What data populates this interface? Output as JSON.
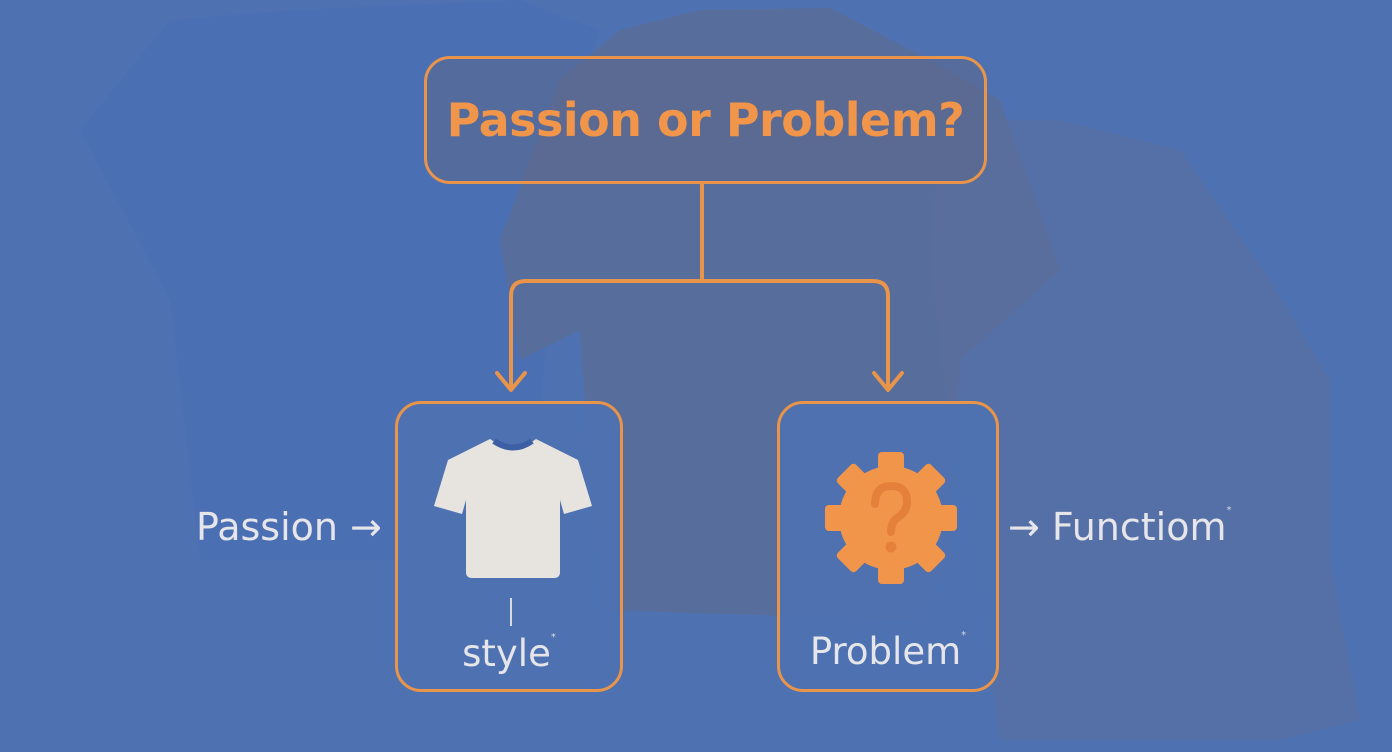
{
  "title": "Passion or Problem?",
  "left_box": {
    "label": "style",
    "icon": "tshirt-icon"
  },
  "right_box": {
    "label": "Problem",
    "icon": "gear-question-icon"
  },
  "side_labels": {
    "left": "Passion →",
    "right": "→ Functiom"
  },
  "colors": {
    "background": "#4e72b1",
    "accent": "#e8944a",
    "text": "#e6e6ea",
    "icon_light": "#e7e4df"
  }
}
